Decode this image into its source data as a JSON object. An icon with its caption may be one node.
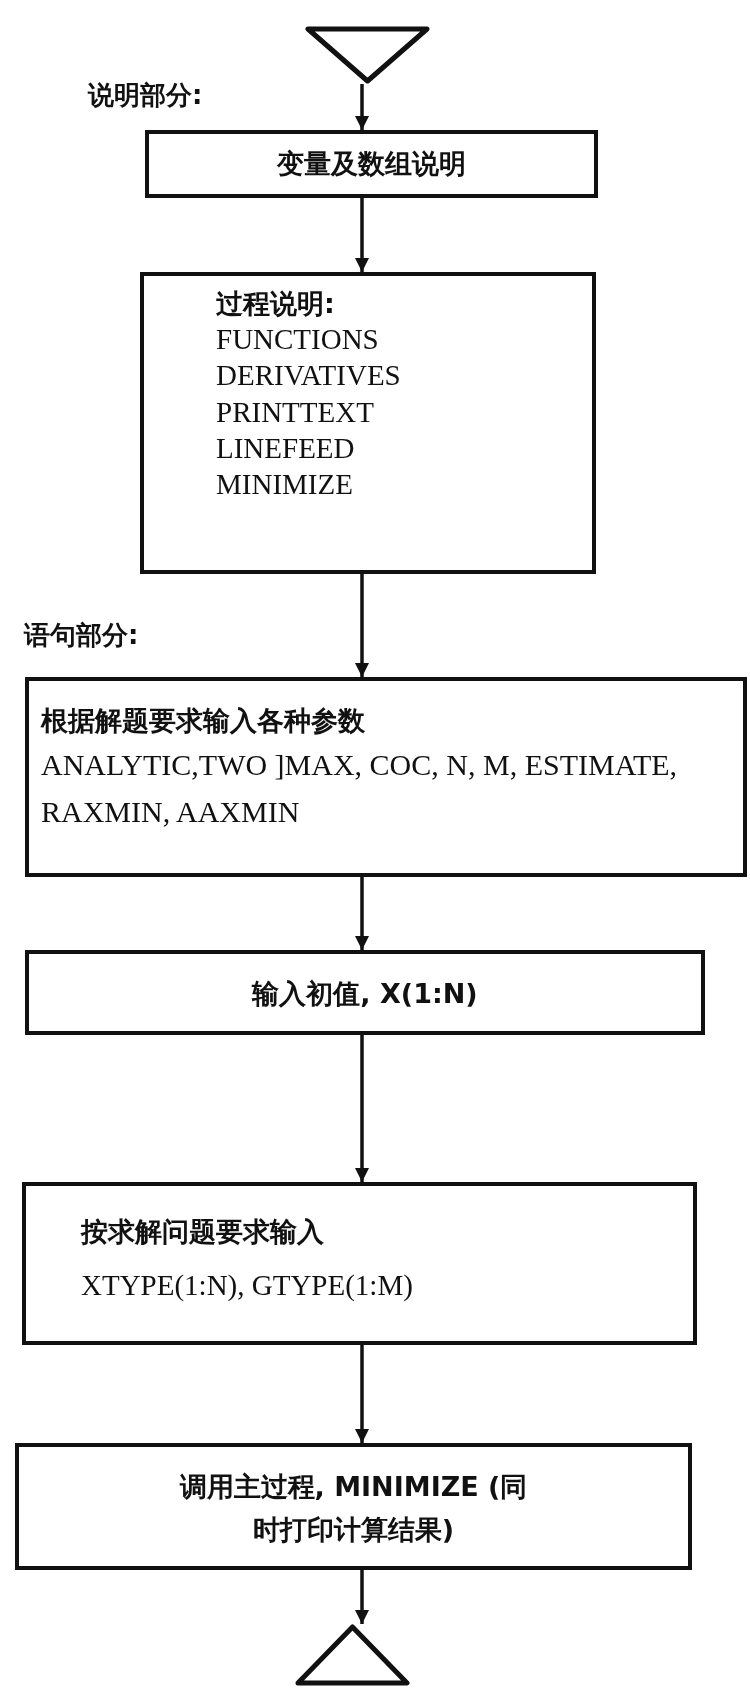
{
  "diagram": {
    "nodes": [
      {
        "text": [],
        "shape": "triangle"
      },
      {
        "text": [
          "变量及数组说明"
        ]
      },
      {
        "text": [
          "过程说明:",
          "FUNCTIONS DERIVATIVES PRINTTEXT LINEFEED MINIMIZE"
        ]
      },
      {
        "text": [
          "根据解题要求输入各种参数",
          "ANALYTIC,TWO ]MAX, COC, N, M, ESTIMATE, RAXMIN, AAXMIN"
        ]
      },
      {
        "text": [
          "输入初值, X(1:N)"
        ]
      },
      {
        "text": [
          "按求解问题要求输入",
          "XTYPE(1:N), GTYPE(1:M)"
        ]
      },
      {
        "text": [
          "调用主过程, MINIMIZE (同时打印计算结果)"
        ]
      },
      {
        "text": [],
        "shape": "triangle"
      }
    ],
    "edges": [
      {
        "from": 0,
        "to": 1,
        "arrow": "to"
      },
      {
        "from": 1,
        "to": 2,
        "arrow": "to"
      },
      {
        "from": 2,
        "to": 3,
        "arrow": "to"
      },
      {
        "from": 3,
        "to": 4,
        "arrow": "to"
      },
      {
        "from": 4,
        "to": 5,
        "arrow": "to"
      },
      {
        "from": 5,
        "to": 6,
        "arrow": "to"
      },
      {
        "from": 6,
        "to": 7,
        "arrow": "to"
      }
    ],
    "labels": [
      "说明部分:",
      "语句部分:"
    ]
  }
}
